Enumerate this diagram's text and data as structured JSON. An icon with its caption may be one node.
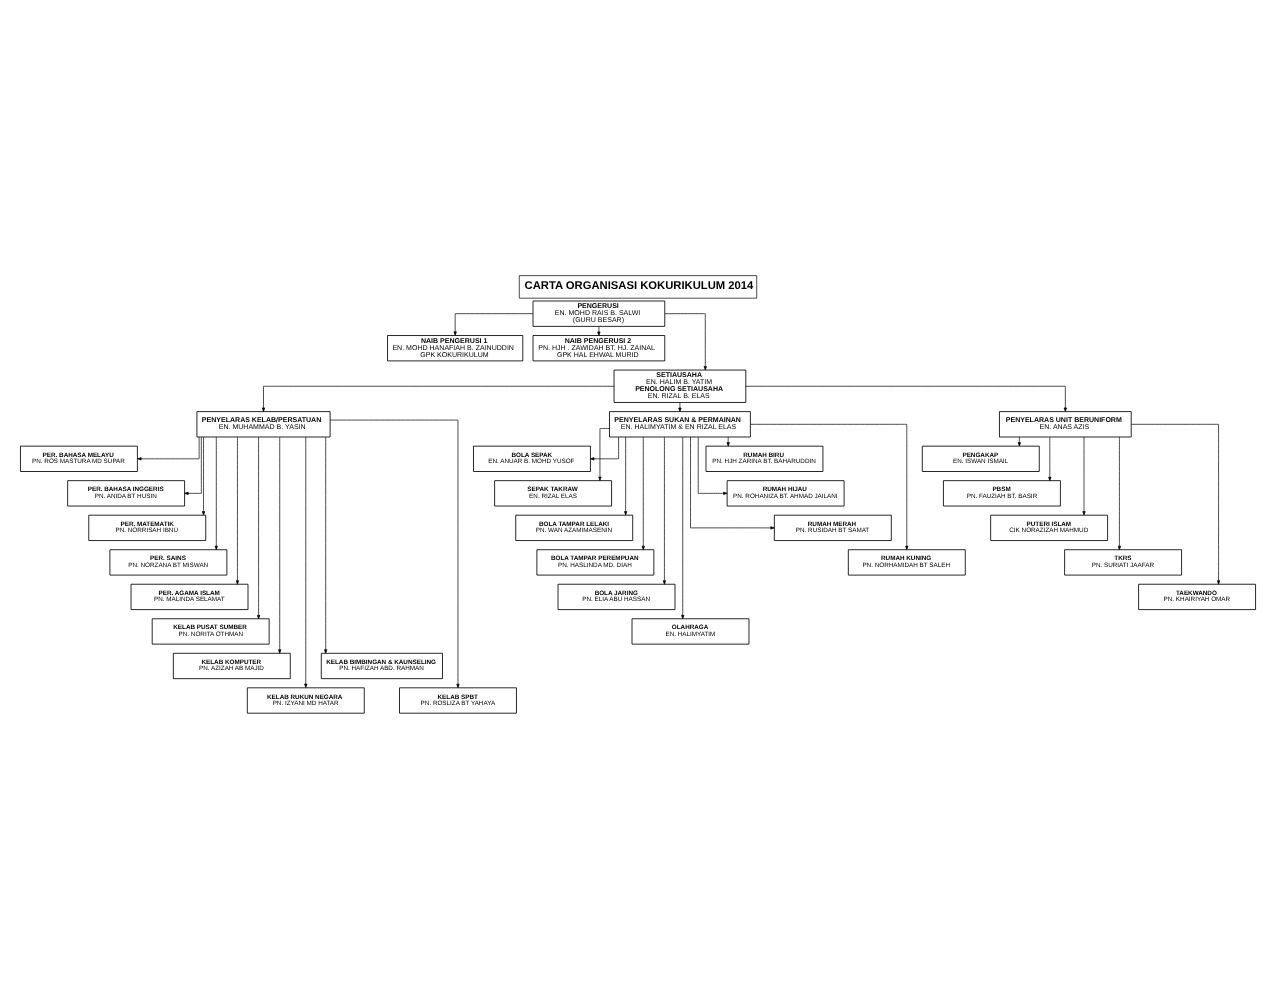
{
  "diagram": {
    "title": "CARTA ORGANISASI KOKURIKULUM 2014",
    "nodes": [
      {
        "text": [
          "PENGERUSI",
          "EN. MOHD RAIS B. SALWI",
          "(GURU BESAR)"
        ]
      },
      {
        "text": [
          "NAIB PENGERUSI 1",
          "EN. MOHD HANAFIAH B. ZAINUDDIN",
          "GPK KOKURIKULUM"
        ]
      },
      {
        "text": [
          "NAIB PENGERUSI 2",
          "PN. HJH . ZAWIDAH BT. HJ. ZAINAL",
          "GPK HAL EHWAL MURID"
        ]
      },
      {
        "text": [
          "SETIAUSAHA",
          "EN. HALIM B. YATIM",
          "PENOLONG SETIAUSAHA",
          "EN. RIZAL B. ELAS"
        ]
      },
      {
        "text": [
          "PENYELARAS KELAB/PERSATUAN",
          "EN. MUHAMMAD B. YASIN"
        ]
      },
      {
        "text": [
          "PENYELARAS SUKAN & PERMAINAN",
          "EN. HALIMYATIM & EN RIZAL ELAS"
        ]
      },
      {
        "text": [
          "PENYELARAS UNIT BERUNIFORM",
          "EN. ANAS AZIS"
        ]
      },
      {
        "text": [
          "PER. BAHASA MELAYU",
          "PN. ROS MASTURA MD SUPAR"
        ]
      },
      {
        "text": [
          "PER. BAHASA INGGERIS",
          "PN. ANIDA BT HUSIN"
        ]
      },
      {
        "text": [
          "PER. MATEMATIK",
          "PN. NORRISAH IBNU"
        ]
      },
      {
        "text": [
          "PER. SAINS",
          "PN. NORZANA BT MISWAN"
        ]
      },
      {
        "text": [
          "PER. AGAMA ISLAM",
          "PN. MALINDA SELAMAT"
        ]
      },
      {
        "text": [
          "KELAB PUSAT SUMBER",
          "PN. NORITA OTHMAN"
        ]
      },
      {
        "text": [
          "KELAB KOMPUTER",
          "PN. AZIZAH AB MAJID"
        ]
      },
      {
        "text": [
          "KELAB RUKUN NEGARA",
          "PN. IZYANI MD HATAR"
        ]
      },
      {
        "text": [
          "BOLA SEPAK",
          "EN. ANUAR B. MOHD YUSOF"
        ]
      },
      {
        "text": [
          "SEPAK TAKRAW",
          "EN. RIZAL ELAS"
        ]
      },
      {
        "text": [
          "BOLA TAMPAR LELAKI",
          "PN. WAN AZAMIMASENIN"
        ]
      },
      {
        "text": [
          "BOLA TAMPAR PEREMPUAN",
          "PN. HASLINDA MD. DIAH"
        ]
      },
      {
        "text": [
          "BOLA JARING",
          "PN. ELIA ABU HASSAN"
        ]
      },
      {
        "text": [
          "OLAHRAGA",
          "EN. HALIMYATIM"
        ]
      },
      {
        "text": [
          "KELAB BIMBINGAN & KAUNSELING",
          "PN. HAFIZAH ABD. RAHMAN"
        ]
      },
      {
        "text": [
          "KELAB SPBT",
          "PN. ROSLIZA BT YAHAYA"
        ]
      },
      {
        "text": [
          "RUMAH BIRU",
          "PN. HJH ZARINA BT. BAHARUDDIN"
        ]
      },
      {
        "text": [
          "RUMAH HIJAU",
          "PN. ROHANIZA BT. AHMAD JAILANI"
        ]
      },
      {
        "text": [
          "RUMAH MERAH",
          "PN. RUSIDAH BT SAMAT"
        ]
      },
      {
        "text": [
          "RUMAH KUNING",
          "PN. NORHAMIDAH BT SALEH"
        ]
      },
      {
        "text": [
          "PENGAKAP",
          "EN. ISWAN ISMAIL"
        ]
      },
      {
        "text": [
          "PBSM",
          "PN. FAUZIAH BT. BASIR"
        ]
      },
      {
        "text": [
          "PUTERI ISLAM",
          "CIK NORAZIZAH MAHMUD"
        ]
      },
      {
        "text": [
          "TKRS",
          "PN. SURIATI JAAFAR"
        ]
      },
      {
        "text": [
          "TAEKWANDO",
          "PN. KHAIRIYAH OMAR"
        ]
      }
    ],
    "edges": [
      {
        "from": 0,
        "to": 1,
        "arrow": "to"
      },
      {
        "from": 0,
        "to": 2,
        "arrow": "to"
      },
      {
        "from": 0,
        "to": 3,
        "arrow": "to"
      },
      {
        "from": 3,
        "to": 4,
        "arrow": "to"
      },
      {
        "from": 3,
        "to": 5,
        "arrow": "to"
      },
      {
        "from": 3,
        "to": 6,
        "arrow": "to"
      },
      {
        "from": 4,
        "to": 7,
        "arrow": "to"
      },
      {
        "from": 4,
        "to": 8,
        "arrow": "to"
      },
      {
        "from": 4,
        "to": 9,
        "arrow": "to"
      },
      {
        "from": 4,
        "to": 10,
        "arrow": "to"
      },
      {
        "from": 4,
        "to": 11,
        "arrow": "to"
      },
      {
        "from": 4,
        "to": 12,
        "arrow": "to"
      },
      {
        "from": 4,
        "to": 13,
        "arrow": "to"
      },
      {
        "from": 4,
        "to": 14,
        "arrow": "to"
      },
      {
        "from": 4,
        "to": 21,
        "arrow": "to"
      },
      {
        "from": 4,
        "to": 22,
        "arrow": "to"
      },
      {
        "from": 5,
        "to": 15,
        "arrow": "to"
      },
      {
        "from": 5,
        "to": 16,
        "arrow": "to"
      },
      {
        "from": 5,
        "to": 17,
        "arrow": "to"
      },
      {
        "from": 5,
        "to": 18,
        "arrow": "to"
      },
      {
        "from": 5,
        "to": 19,
        "arrow": "to"
      },
      {
        "from": 5,
        "to": 20,
        "arrow": "to"
      },
      {
        "from": 5,
        "to": 23,
        "arrow": "to"
      },
      {
        "from": 5,
        "to": 24,
        "arrow": "to"
      },
      {
        "from": 5,
        "to": 25,
        "arrow": "to"
      },
      {
        "from": 5,
        "to": 26,
        "arrow": "to"
      },
      {
        "from": 6,
        "to": 27,
        "arrow": "to"
      },
      {
        "from": 6,
        "to": 28,
        "arrow": "to"
      },
      {
        "from": 6,
        "to": 29,
        "arrow": "to"
      },
      {
        "from": 6,
        "to": 30,
        "arrow": "to"
      },
      {
        "from": 6,
        "to": 31,
        "arrow": "to"
      }
    ]
  }
}
